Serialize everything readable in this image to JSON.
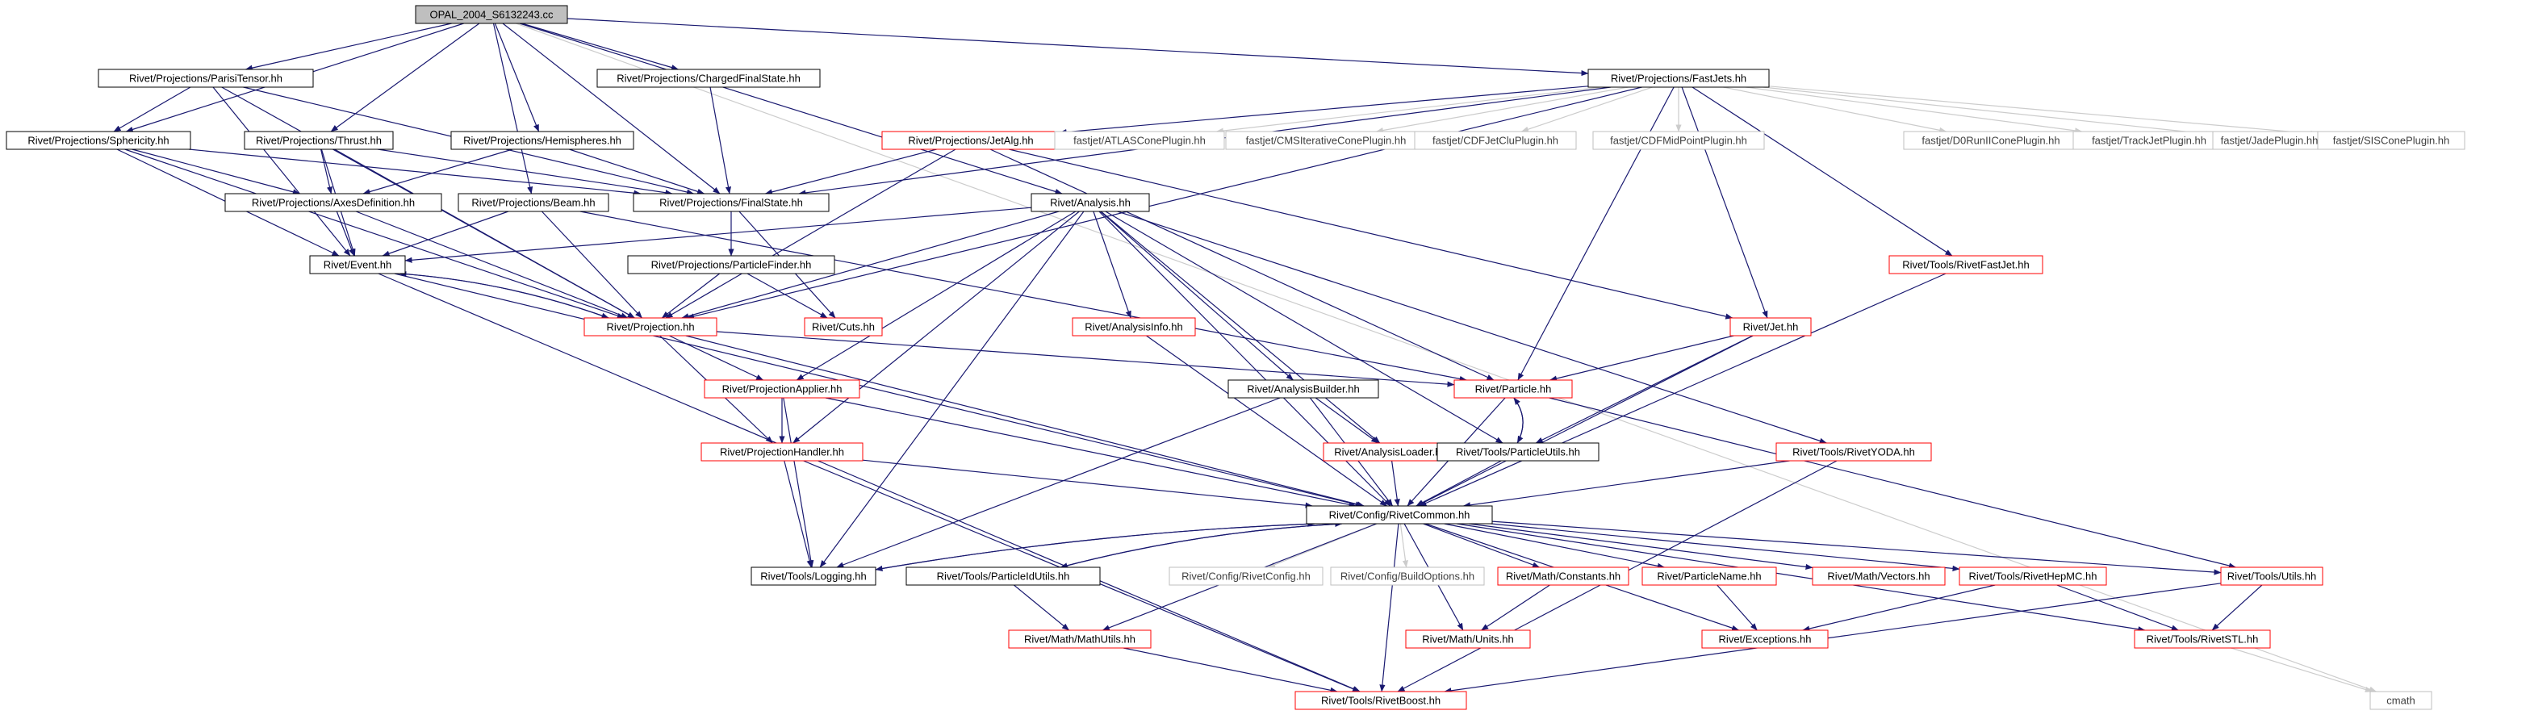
{
  "nodes": [
    {
      "id": "opal",
      "label": "OPAL_2004_S6132243.cc",
      "kind": "root"
    },
    {
      "id": "parisi",
      "label": "Rivet/Projections/ParisiTensor.hh",
      "kind": "black"
    },
    {
      "id": "charged",
      "label": "Rivet/Projections/ChargedFinalState.hh",
      "kind": "black"
    },
    {
      "id": "fastjets",
      "label": "Rivet/Projections/FastJets.hh",
      "kind": "black"
    },
    {
      "id": "sphericity",
      "label": "Rivet/Projections/Sphericity.hh",
      "kind": "black"
    },
    {
      "id": "thrust",
      "label": "Rivet/Projections/Thrust.hh",
      "kind": "black"
    },
    {
      "id": "hemispheres",
      "label": "Rivet/Projections/Hemispheres.hh",
      "kind": "black"
    },
    {
      "id": "jetalg",
      "label": "Rivet/Projections/JetAlg.hh",
      "kind": "red"
    },
    {
      "id": "atlas",
      "label": "fastjet/ATLASConePlugin.hh",
      "kind": "gray"
    },
    {
      "id": "cmsit",
      "label": "fastjet/CMSIterativeConePlugin.hh",
      "kind": "gray"
    },
    {
      "id": "cdfclu",
      "label": "fastjet/CDFJetCluPlugin.hh",
      "kind": "gray"
    },
    {
      "id": "cdfmid",
      "label": "fastjet/CDFMidPointPlugin.hh",
      "kind": "gray"
    },
    {
      "id": "d0",
      "label": "fastjet/D0RunIIConePlugin.hh",
      "kind": "gray"
    },
    {
      "id": "track",
      "label": "fastjet/TrackJetPlugin.hh",
      "kind": "gray"
    },
    {
      "id": "jade",
      "label": "fastjet/JadePlugin.hh",
      "kind": "gray"
    },
    {
      "id": "siscone",
      "label": "fastjet/SISConePlugin.hh",
      "kind": "gray"
    },
    {
      "id": "axes",
      "label": "Rivet/Projections/AxesDefinition.hh",
      "kind": "black"
    },
    {
      "id": "beam",
      "label": "Rivet/Projections/Beam.hh",
      "kind": "black"
    },
    {
      "id": "finalstate",
      "label": "Rivet/Projections/FinalState.hh",
      "kind": "black"
    },
    {
      "id": "analysis",
      "label": "Rivet/Analysis.hh",
      "kind": "black"
    },
    {
      "id": "event",
      "label": "Rivet/Event.hh",
      "kind": "black"
    },
    {
      "id": "pfinder",
      "label": "Rivet/Projections/ParticleFinder.hh",
      "kind": "black"
    },
    {
      "id": "rivetfastjet",
      "label": "Rivet/Tools/RivetFastJet.hh",
      "kind": "red"
    },
    {
      "id": "projection",
      "label": "Rivet/Projection.hh",
      "kind": "red"
    },
    {
      "id": "cuts",
      "label": "Rivet/Cuts.hh",
      "kind": "red"
    },
    {
      "id": "analysisinfo",
      "label": "Rivet/AnalysisInfo.hh",
      "kind": "red"
    },
    {
      "id": "jet",
      "label": "Rivet/Jet.hh",
      "kind": "red"
    },
    {
      "id": "papplier",
      "label": "Rivet/ProjectionApplier.hh",
      "kind": "red"
    },
    {
      "id": "abuilder",
      "label": "Rivet/AnalysisBuilder.hh",
      "kind": "black"
    },
    {
      "id": "particle",
      "label": "Rivet/Particle.hh",
      "kind": "red"
    },
    {
      "id": "phandler",
      "label": "Rivet/ProjectionHandler.hh",
      "kind": "red"
    },
    {
      "id": "aloader",
      "label": "Rivet/AnalysisLoader.hh",
      "kind": "red"
    },
    {
      "id": "putils",
      "label": "Rivet/Tools/ParticleUtils.hh",
      "kind": "black"
    },
    {
      "id": "rivetyoda",
      "label": "Rivet/Tools/RivetYODA.hh",
      "kind": "red"
    },
    {
      "id": "rivetcommon",
      "label": "Rivet/Config/RivetCommon.hh",
      "kind": "black"
    },
    {
      "id": "logging",
      "label": "Rivet/Tools/Logging.hh",
      "kind": "black"
    },
    {
      "id": "pidutils",
      "label": "Rivet/Tools/ParticleIdUtils.hh",
      "kind": "black"
    },
    {
      "id": "rivetconfig",
      "label": "Rivet/Config/RivetConfig.hh",
      "kind": "gray"
    },
    {
      "id": "buildopts",
      "label": "Rivet/Config/BuildOptions.hh",
      "kind": "gray"
    },
    {
      "id": "constants",
      "label": "Rivet/Math/Constants.hh",
      "kind": "red"
    },
    {
      "id": "pname",
      "label": "Rivet/ParticleName.hh",
      "kind": "red"
    },
    {
      "id": "vectors",
      "label": "Rivet/Math/Vectors.hh",
      "kind": "red"
    },
    {
      "id": "hepmc",
      "label": "Rivet/Tools/RivetHepMC.hh",
      "kind": "red"
    },
    {
      "id": "tutils",
      "label": "Rivet/Tools/Utils.hh",
      "kind": "red"
    },
    {
      "id": "mathutils",
      "label": "Rivet/Math/MathUtils.hh",
      "kind": "red"
    },
    {
      "id": "units",
      "label": "Rivet/Math/Units.hh",
      "kind": "red"
    },
    {
      "id": "exceptions",
      "label": "Rivet/Exceptions.hh",
      "kind": "red"
    },
    {
      "id": "rivetstl",
      "label": "Rivet/Tools/RivetSTL.hh",
      "kind": "red"
    },
    {
      "id": "boost",
      "label": "Rivet/Tools/RivetBoost.hh",
      "kind": "red"
    },
    {
      "id": "cmath",
      "label": "cmath",
      "kind": "gray"
    }
  ],
  "edges": [
    [
      "opal",
      "parisi"
    ],
    [
      "opal",
      "charged"
    ],
    [
      "opal",
      "fastjets"
    ],
    [
      "opal",
      "sphericity"
    ],
    [
      "opal",
      "thrust"
    ],
    [
      "opal",
      "hemispheres"
    ],
    [
      "opal",
      "beam"
    ],
    [
      "opal",
      "finalstate"
    ],
    [
      "opal",
      "analysis"
    ],
    [
      "opal",
      "cmath"
    ],
    [
      "parisi",
      "sphericity"
    ],
    [
      "parisi",
      "finalstate"
    ],
    [
      "parisi",
      "event"
    ],
    [
      "parisi",
      "projection"
    ],
    [
      "sphericity",
      "axes"
    ],
    [
      "sphericity",
      "finalstate"
    ],
    [
      "sphericity",
      "event"
    ],
    [
      "sphericity",
      "projection"
    ],
    [
      "thrust",
      "axes"
    ],
    [
      "thrust",
      "finalstate"
    ],
    [
      "thrust",
      "event"
    ],
    [
      "thrust",
      "projection"
    ],
    [
      "hemispheres",
      "axes"
    ],
    [
      "hemispheres",
      "finalstate"
    ],
    [
      "charged",
      "finalstate"
    ],
    [
      "fastjets",
      "jetalg"
    ],
    [
      "fastjets",
      "atlas"
    ],
    [
      "fastjets",
      "cmsit"
    ],
    [
      "fastjets",
      "cdfclu"
    ],
    [
      "fastjets",
      "cdfmid"
    ],
    [
      "fastjets",
      "d0"
    ],
    [
      "fastjets",
      "track"
    ],
    [
      "fastjets",
      "jade"
    ],
    [
      "fastjets",
      "siscone"
    ],
    [
      "fastjets",
      "finalstate"
    ],
    [
      "fastjets",
      "projection"
    ],
    [
      "fastjets",
      "rivetfastjet"
    ],
    [
      "fastjets",
      "jet"
    ],
    [
      "fastjets",
      "particle"
    ],
    [
      "jetalg",
      "finalstate"
    ],
    [
      "jetalg",
      "projection"
    ],
    [
      "jetalg",
      "jet"
    ],
    [
      "jetalg",
      "particle"
    ],
    [
      "axes",
      "event"
    ],
    [
      "axes",
      "projection"
    ],
    [
      "beam",
      "event"
    ],
    [
      "beam",
      "projection"
    ],
    [
      "beam",
      "particle"
    ],
    [
      "finalstate",
      "pfinder"
    ],
    [
      "finalstate",
      "cuts"
    ],
    [
      "pfinder",
      "projection"
    ],
    [
      "pfinder",
      "cuts"
    ],
    [
      "analysis",
      "event"
    ],
    [
      "analysis",
      "projection"
    ],
    [
      "analysis",
      "analysisinfo"
    ],
    [
      "analysis",
      "abuilder"
    ],
    [
      "analysis",
      "papplier"
    ],
    [
      "analysis",
      "phandler"
    ],
    [
      "analysis",
      "aloader"
    ],
    [
      "analysis",
      "putils"
    ],
    [
      "analysis",
      "rivetyoda"
    ],
    [
      "analysis",
      "rivetcommon"
    ],
    [
      "analysis",
      "logging"
    ],
    [
      "event",
      "projection"
    ],
    [
      "event",
      "rivetcommon"
    ],
    [
      "event",
      "boost"
    ],
    [
      "projection",
      "event"
    ],
    [
      "projection",
      "papplier"
    ],
    [
      "projection",
      "phandler"
    ],
    [
      "projection",
      "particle"
    ],
    [
      "projection",
      "rivetcommon"
    ],
    [
      "rivetfastjet",
      "rivetcommon"
    ],
    [
      "analysisinfo",
      "rivetcommon"
    ],
    [
      "jet",
      "particle"
    ],
    [
      "jet",
      "putils"
    ],
    [
      "jet",
      "rivetcommon"
    ],
    [
      "papplier",
      "phandler"
    ],
    [
      "papplier",
      "logging"
    ],
    [
      "papplier",
      "rivetcommon"
    ],
    [
      "abuilder",
      "aloader"
    ],
    [
      "abuilder",
      "logging"
    ],
    [
      "abuilder",
      "rivetcommon"
    ],
    [
      "particle",
      "putils"
    ],
    [
      "particle",
      "tutils"
    ],
    [
      "particle",
      "rivetcommon"
    ],
    [
      "putils",
      "particle"
    ],
    [
      "putils",
      "rivetcommon"
    ],
    [
      "phandler",
      "logging"
    ],
    [
      "phandler",
      "rivetcommon"
    ],
    [
      "phandler",
      "boost"
    ],
    [
      "aloader",
      "rivetcommon"
    ],
    [
      "rivetyoda",
      "rivetcommon"
    ],
    [
      "rivetyoda",
      "boost"
    ],
    [
      "rivetcommon",
      "logging"
    ],
    [
      "rivetcommon",
      "pidutils"
    ],
    [
      "rivetcommon",
      "rivetconfig"
    ],
    [
      "rivetcommon",
      "buildopts"
    ],
    [
      "rivetcommon",
      "constants"
    ],
    [
      "rivetcommon",
      "pname"
    ],
    [
      "rivetcommon",
      "vectors"
    ],
    [
      "rivetcommon",
      "hepmc"
    ],
    [
      "rivetcommon",
      "tutils"
    ],
    [
      "rivetcommon",
      "mathutils"
    ],
    [
      "rivetcommon",
      "units"
    ],
    [
      "rivetcommon",
      "exceptions"
    ],
    [
      "rivetcommon",
      "rivetstl"
    ],
    [
      "rivetcommon",
      "boost"
    ],
    [
      "logging",
      "rivetcommon"
    ],
    [
      "pidutils",
      "rivetcommon"
    ],
    [
      "pidutils",
      "mathutils"
    ],
    [
      "constants",
      "units"
    ],
    [
      "pname",
      "exceptions"
    ],
    [
      "hepmc",
      "exceptions"
    ],
    [
      "hepmc",
      "rivetstl"
    ],
    [
      "tutils",
      "rivetstl"
    ],
    [
      "tutils",
      "boost"
    ],
    [
      "mathutils",
      "boost"
    ],
    [
      "rivetstl",
      "cmath"
    ]
  ],
  "colors": {
    "edge_dep": "#191970",
    "edge_lib": "#cccccc",
    "border_black": "#000000",
    "border_red": "#ff0000",
    "border_gray": "#bfbfbf",
    "root_fill": "#bfbfbf",
    "text_black": "#000000",
    "text_gray": "#404040"
  }
}
